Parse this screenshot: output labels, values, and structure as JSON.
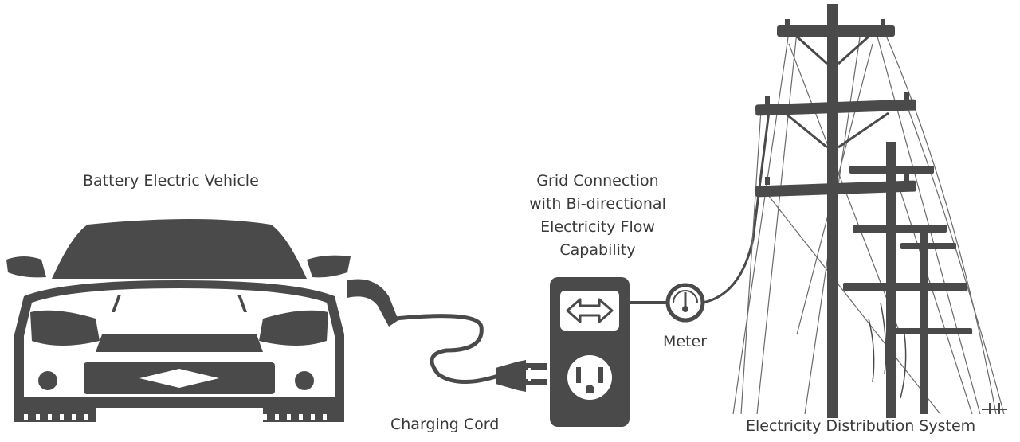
{
  "labels": {
    "vehicle": "Battery Electric Vehicle",
    "grid_line1": "Grid Connection",
    "grid_line2": "with Bi-directional",
    "grid_line3": "Electricity Flow",
    "grid_line4": "Capability",
    "meter": "Meter",
    "cord": "Charging Cord",
    "distribution": "Electricity Distribution System"
  },
  "colors": {
    "ink": "#4a4a4a",
    "text": "#3a3a3a",
    "background": "#ffffff"
  },
  "icons": [
    "car-icon",
    "plug-icon",
    "bidirectional-arrow-icon",
    "outlet-icon",
    "meter-gauge-icon",
    "utility-pole-icon"
  ]
}
